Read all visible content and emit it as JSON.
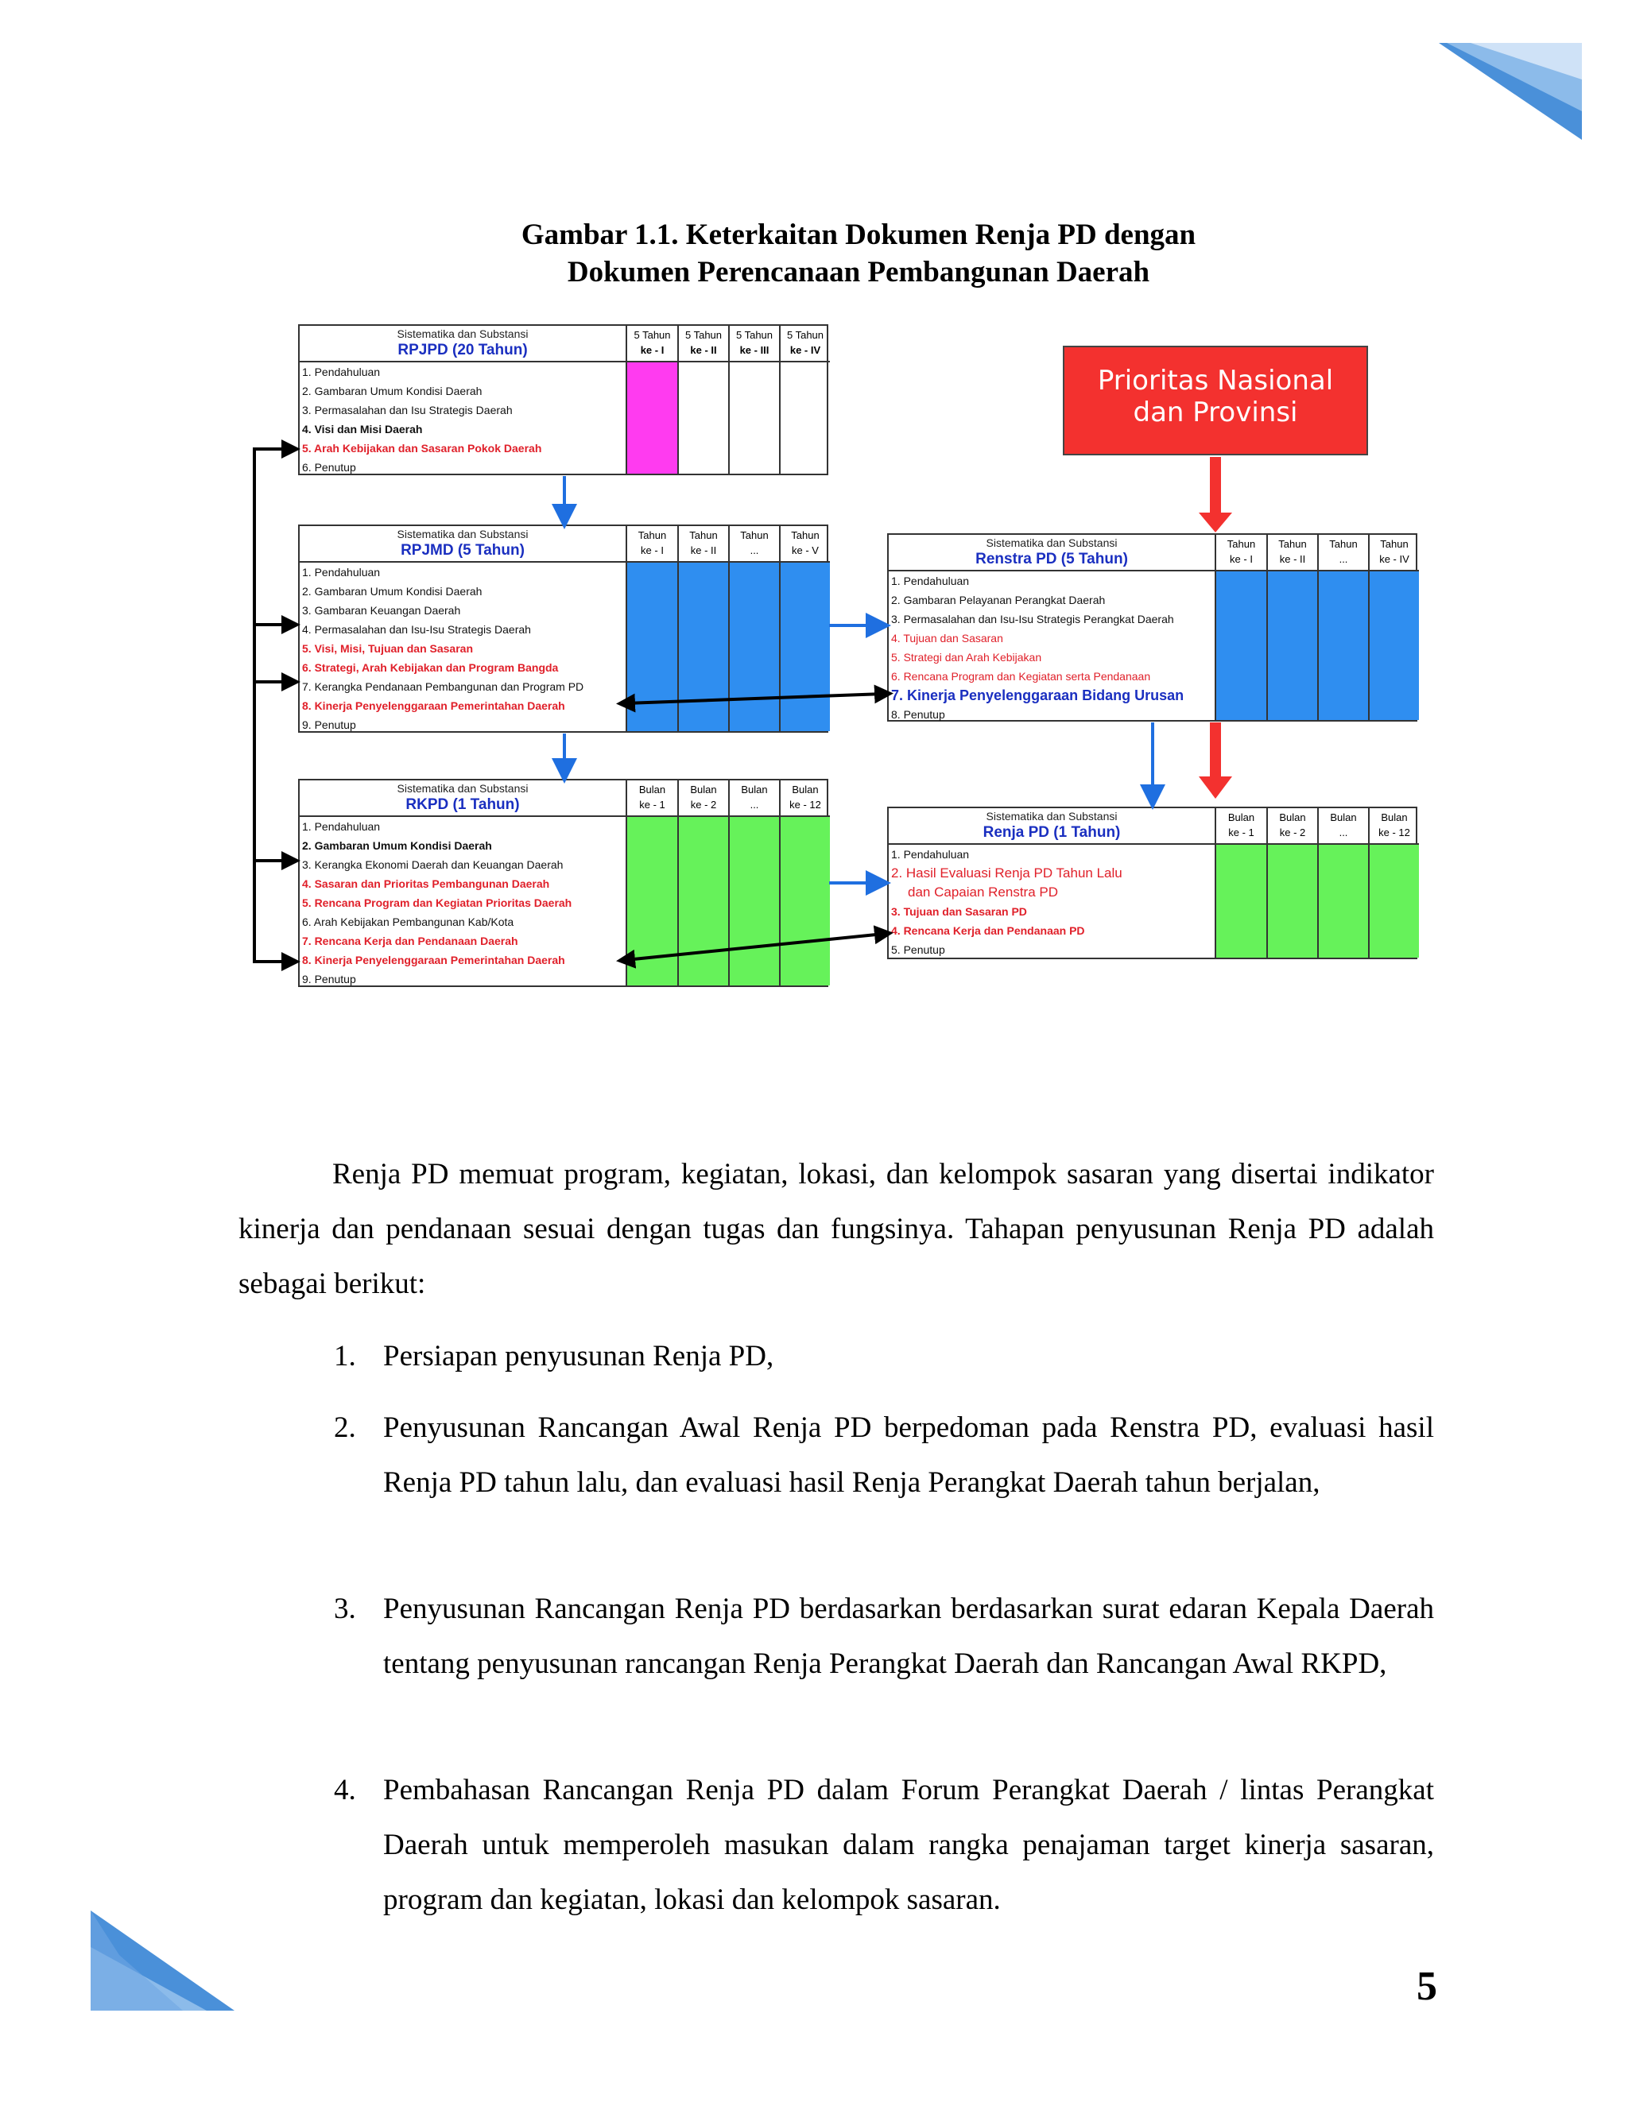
{
  "caption": {
    "line1": "Gambar 1.1. Keterkaitan Dokumen Renja PD dengan",
    "line2": "Dokumen Perencanaan Pembangunan Daerah"
  },
  "figure": {
    "rpjpd": {
      "subtitle": "Sistematika dan Substansi",
      "title": "RPJPD (20 Tahun)",
      "items": [
        "1. Pendahuluan",
        "2. Gambaran Umum Kondisi Daerah",
        "3. Permasalahan dan Isu Strategis Daerah",
        "4. Visi dan Misi Daerah",
        "5. Arah Kebijakan dan Sasaran Pokok Daerah",
        "6. Penutup"
      ],
      "periods": [
        [
          "5 Tahun",
          "ke - I"
        ],
        [
          "5 Tahun",
          "ke - II"
        ],
        [
          "5 Tahun",
          "ke - III"
        ],
        [
          "5 Tahun",
          "ke - IV"
        ]
      ]
    },
    "rpjmd": {
      "subtitle": "Sistematika dan Substansi",
      "title": "RPJMD (5 Tahun)",
      "items": [
        "1. Pendahuluan",
        "2. Gambaran Umum Kondisi Daerah",
        "3. Gambaran Keuangan Daerah",
        "4. Permasalahan dan Isu-Isu Strategis Daerah",
        "5. Visi, Misi, Tujuan dan Sasaran",
        "6. Strategi, Arah Kebijakan dan Program Bangda",
        "7. Kerangka Pendanaan Pembangunan dan Program PD",
        "8. Kinerja Penyelenggaraan Pemerintahan Daerah",
        "9. Penutup"
      ],
      "periods": [
        [
          "Tahun",
          "ke - I"
        ],
        [
          "Tahun",
          "ke - II"
        ],
        [
          "Tahun",
          "..."
        ],
        [
          "Tahun",
          "ke - V"
        ]
      ]
    },
    "rkpd": {
      "subtitle": "Sistematika dan Substansi",
      "title": "RKPD (1 Tahun)",
      "items": [
        "1. Pendahuluan",
        "2. Gambaran Umum Kondisi Daerah",
        "3. Kerangka Ekonomi Daerah dan Keuangan Daerah",
        "4. Sasaran dan Prioritas Pembangunan Daerah",
        "5. Rencana Program dan Kegiatan Prioritas Daerah",
        "6. Arah Kebijakan Pembangunan Kab/Kota",
        "7. Rencana Kerja dan Pendanaan Daerah",
        "8. Kinerja Penyelenggaraan Pemerintahan Daerah",
        "9. Penutup"
      ],
      "periods": [
        [
          "Bulan",
          "ke - 1"
        ],
        [
          "Bulan",
          "ke - 2"
        ],
        [
          "Bulan",
          "..."
        ],
        [
          "Bulan",
          "ke - 12"
        ]
      ]
    },
    "renstra": {
      "subtitle": "Sistematika dan Substansi",
      "title": "Renstra PD (5 Tahun)",
      "items": [
        "1. Pendahuluan",
        "2. Gambaran Pelayanan Perangkat Daerah",
        "3. Permasalahan dan Isu-Isu Strategis Perangkat Daerah",
        "4. Tujuan dan Sasaran",
        "5. Strategi dan Arah Kebijakan",
        "6. Rencana Program dan Kegiatan serta Pendanaan",
        "7. Kinerja Penyelenggaraan Bidang Urusan",
        "8. Penutup"
      ],
      "periods": [
        [
          "Tahun",
          "ke - I"
        ],
        [
          "Tahun",
          "ke - II"
        ],
        [
          "Tahun",
          "..."
        ],
        [
          "Tahun",
          "ke - IV"
        ]
      ]
    },
    "renjapd": {
      "subtitle": "Sistematika dan Substansi",
      "title": "Renja PD (1 Tahun)",
      "items": [
        "1. Pendahuluan",
        "2. Hasil Evaluasi Renja PD Tahun Lalu",
        "dan Capaian Renstra PD",
        "3. Tujuan dan Sasaran PD",
        "4. Rencana Kerja dan Pendanaan PD",
        "5. Penutup"
      ],
      "periods": [
        [
          "Bulan",
          "ke - 1"
        ],
        [
          "Bulan",
          "ke - 2"
        ],
        [
          "Bulan",
          "..."
        ],
        [
          "Bulan",
          "ke - 12"
        ]
      ]
    },
    "priority": {
      "line1": "Prioritas Nasional",
      "line2": "dan Provinsi"
    },
    "colors": {
      "magenta": "#ff3bf0",
      "blue": "#2f8ef0",
      "green": "#66f25a",
      "red": "#f3312f",
      "navy": "#1a2fc0"
    }
  },
  "paragraph": "Renja PD memuat program, kegiatan, lokasi, dan kelompok sasaran yang disertai indikator kinerja dan pendanaan sesuai dengan tugas dan fungsinya. Tahapan penyusunan Renja PD adalah sebagai berikut:",
  "steps": [
    {
      "num": "1.",
      "text": "Persiapan penyusunan Renja PD,"
    },
    {
      "num": "2.",
      "text": "Penyusunan Rancangan Awal Renja PD berpedoman  pada Renstra PD, evaluasi hasil Renja PD tahun lalu, dan evaluasi hasil Renja Perangkat Daerah tahun berjalan,"
    },
    {
      "num": "3.",
      "text": "Penyusunan Rancangan Renja PD berdasarkan berdasarkan surat edaran Kepala Daerah tentang penyusunan rancangan Renja Perangkat Daerah dan Rancangan Awal RKPD,"
    },
    {
      "num": "4.",
      "text": "Pembahasan Rancangan Renja PD dalam Forum Perangkat Daerah / lintas Perangkat Daerah untuk memperoleh masukan dalam rangka penajaman target kinerja sasaran, program dan kegiatan, lokasi dan kelompok sasaran."
    }
  ],
  "page_number": "5"
}
